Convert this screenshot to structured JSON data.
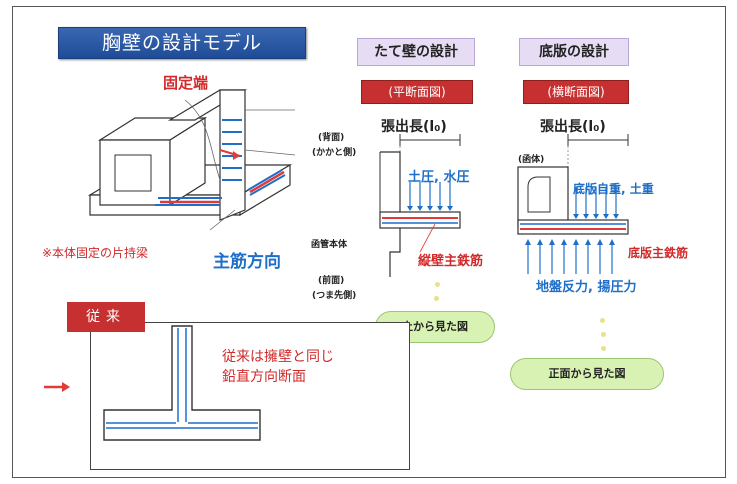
{
  "title": "胸壁の設計モデル",
  "wall": {
    "header": "たて壁の設計",
    "subheader": "(平断面図)",
    "span_label": "張出長(l₀)",
    "back_label_1": "(背面)",
    "back_label_2": "(かかと側)",
    "front_label_1": "(前面)",
    "front_label_2": "(つま先側)",
    "body_label": "函管本体",
    "load_label": "土圧, 水圧",
    "rebar_label": "縦壁主鉄筋",
    "cloud": "上から見た図"
  },
  "slab": {
    "header": "底版の設計",
    "subheader": "(横断面図)",
    "span_label": "張出長(l₀)",
    "body_label": "(函体)",
    "load_label": "底版自重, 土重",
    "rebar_label": "底版主鉄筋",
    "reaction_label": "地盤反力, 揚圧力",
    "cloud": "正面から見た図"
  },
  "iso": {
    "fixed_end": "固定端",
    "note": "※本体固定の片持梁",
    "rebar_dir": "主筋方向"
  },
  "conventional": {
    "tag": "従来",
    "desc_1": "従来は擁壁と同じ",
    "desc_2": "鉛直方向断面"
  },
  "colors": {
    "red": "#d12a2a",
    "blue": "#1f6fc8",
    "rebar": "#e03a3a"
  },
  "icons": {
    "arrow": "right-arrow-icon"
  }
}
